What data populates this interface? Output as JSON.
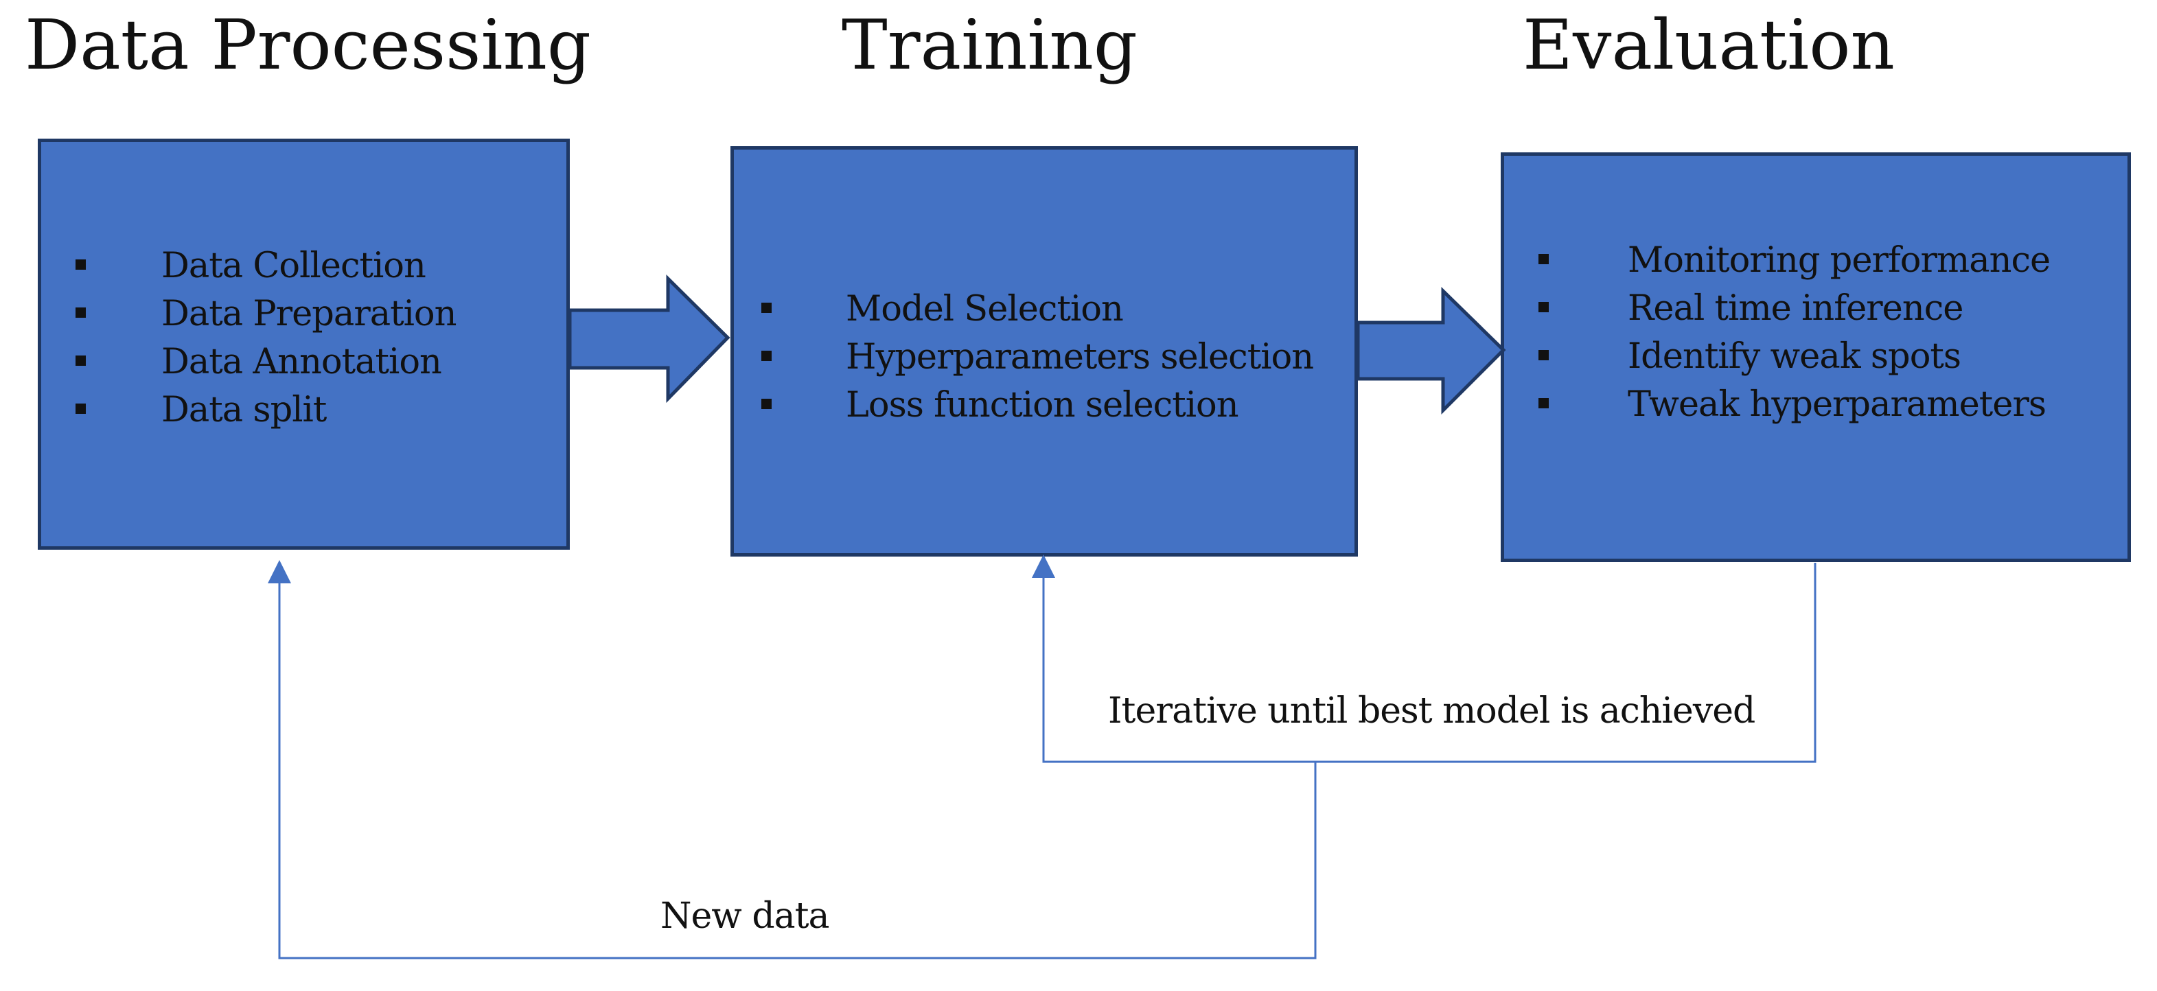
{
  "colors": {
    "box_fill": "#4472c4",
    "box_border": "#1f3864",
    "connector_line": "#4472c4",
    "text": "#111111"
  },
  "stages": [
    {
      "title": "Data Processing",
      "items": [
        "Data Collection",
        "Data Preparation",
        "Data Annotation",
        "Data split"
      ]
    },
    {
      "title": "Training",
      "items": [
        "Model Selection",
        "Hyperparameters selection",
        "Loss function selection"
      ]
    },
    {
      "title": "Evaluation",
      "items": [
        "Monitoring performance",
        "Real time inference",
        "Identify weak spots",
        "Tweak hyperparameters"
      ]
    }
  ],
  "loops": {
    "iterate_label": "Iterative until best model is achieved",
    "new_data_label": "New data"
  }
}
